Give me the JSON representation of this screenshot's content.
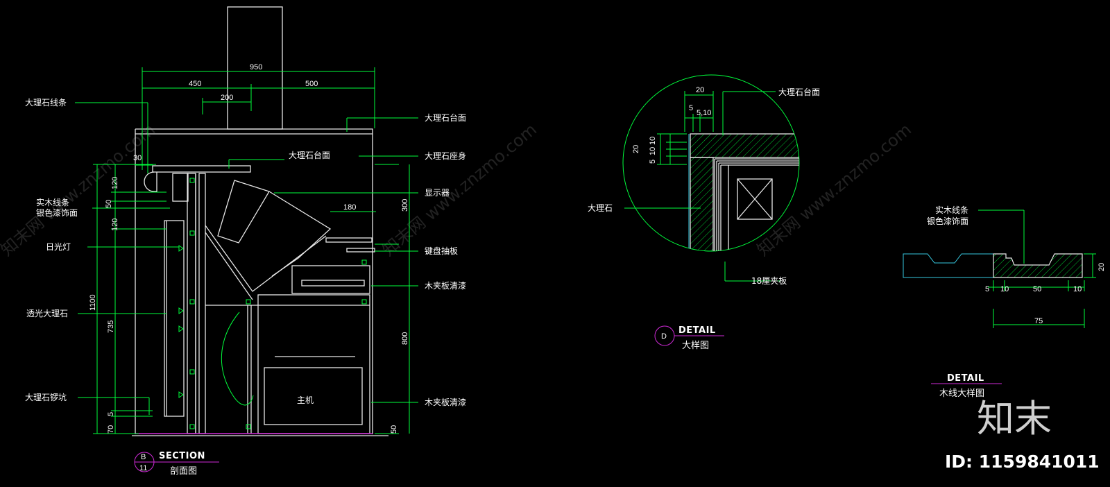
{
  "section": {
    "dims": {
      "d950": "950",
      "d450": "450",
      "d500": "500",
      "d200": "200",
      "d30": "30",
      "d120a": "120",
      "d50a": "50",
      "d120b": "120",
      "d1100": "1100",
      "d735": "735",
      "d5": "5",
      "d70": "70",
      "d180": "180",
      "d300": "300",
      "d800": "800",
      "d50b": "50"
    },
    "labels": {
      "marble_molding": "大理石线条",
      "solid_wood_molding": "实木线条",
      "silver_paint": "银色漆饰面",
      "fluorescent": "日光灯",
      "translucent_marble": "透光大理石",
      "marble_groove": "大理石锣坑",
      "marble_counter_top": "大理石台面",
      "marble_counter_inner": "大理石台面",
      "marble_body": "大理石座身",
      "monitor": "显示器",
      "keyboard_tray": "键盘抽板",
      "plywood_clear_a": "木夹板清漆",
      "plywood_clear_b": "木夹板清漆",
      "host": "主机"
    },
    "title": "SECTION",
    "subtitle": "剖面图",
    "marker_top": "B",
    "marker_bottom": "11"
  },
  "detail_d": {
    "dims": {
      "d20": "20",
      "d5": "5",
      "d510": "5,10",
      "d20v": "20",
      "d10a": "10",
      "d10b": "10",
      "d5v": "5"
    },
    "labels": {
      "marble_top": "大理石台面",
      "marble": "大理石",
      "plywood18": "18厘夹板"
    },
    "title": "DETAIL",
    "subtitle": "大样图",
    "marker": "D"
  },
  "detail_wood": {
    "dims": {
      "d5": "5",
      "d10a": "10",
      "d50": "50",
      "d10b": "10",
      "d75": "75",
      "d20": "20"
    },
    "labels": {
      "molding": "实木线条",
      "paint": "银色漆饰面"
    },
    "title": "DETAIL",
    "subtitle": "木线大样图"
  },
  "watermark": {
    "text": "知末网 www.znzmo.com",
    "brand": "知末",
    "id": "ID: 1159841011"
  }
}
